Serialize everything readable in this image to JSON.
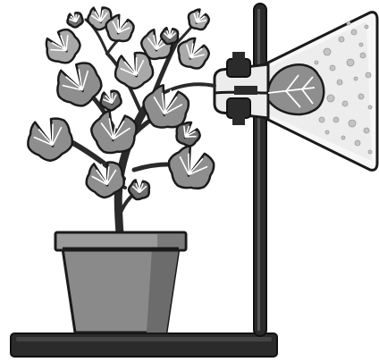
{
  "scene": {
    "background": "#ffffff",
    "colors": {
      "outline": "#1a1a1a",
      "leaf_light": "#a9a9a9",
      "leaf_mid": "#8e8e8e",
      "leaf_dark": "#6f6f6f",
      "leaf_vein": "#ffffff",
      "stem": "#2a2a2a",
      "pot_front": "#8a8a8a",
      "pot_side": "#6c6c6c",
      "pot_rim": "#9b9b9b",
      "stand": "#2b2b2b",
      "flask_glass": "#f7f7f7",
      "flask_fog": "#d9d9d9",
      "bubble": "#bdbdbd"
    },
    "objects": {
      "plant": "potted-plant",
      "pot": "flower-pot",
      "stand": "ring-stand",
      "clamp": "stand-clamp",
      "flask": "conical-flask-inverted-over-leaf",
      "leaf_in_flask": "enclosed-leaf",
      "bubbles": "gas-bubbles"
    }
  }
}
